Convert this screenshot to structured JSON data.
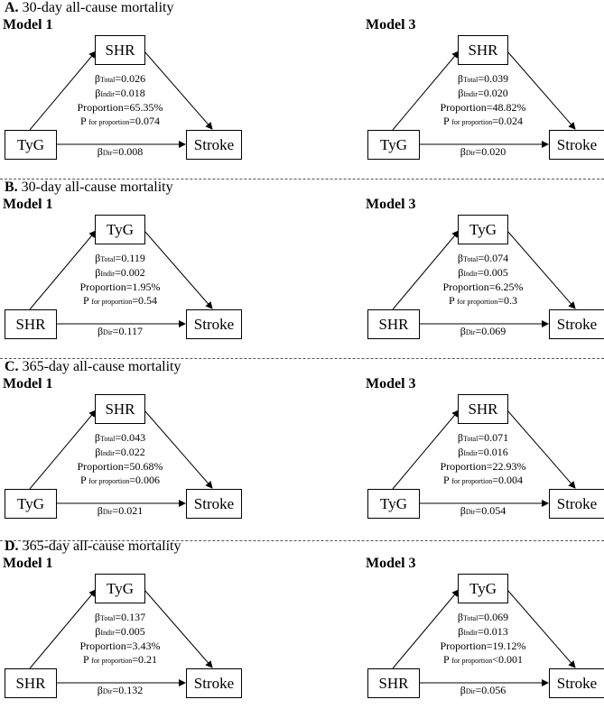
{
  "sections": [
    {
      "letter": "A.",
      "title": "30-day all-cause mortality",
      "models": [
        {
          "name": "Model 1",
          "mediator": "SHR",
          "exposure": "TyG",
          "outcome": "Stroke",
          "beta_total": "=0.026",
          "beta_indir": "=0.018",
          "proportion": "Proportion=65.35%",
          "p_for_proportion": "=0.074",
          "beta_dir": "=0.008"
        },
        {
          "name": "Model 3",
          "mediator": "SHR",
          "exposure": "TyG",
          "outcome": "Stroke",
          "beta_total": "=0.039",
          "beta_indir": "=0.020",
          "proportion": "Proportion=48.82%",
          "p_for_proportion": "=0.024",
          "beta_dir": "=0.020"
        }
      ]
    },
    {
      "letter": "B.",
      "title": "30-day all-cause mortality",
      "models": [
        {
          "name": "Model 1",
          "mediator": "TyG",
          "exposure": "SHR",
          "outcome": "Stroke",
          "beta_total": "=0.119",
          "beta_indir": "=0.002",
          "proportion": "Proportion=1.95%",
          "p_for_proportion": "=0.54",
          "beta_dir": "=0.117"
        },
        {
          "name": "Model 3",
          "mediator": "TyG",
          "exposure": "SHR",
          "outcome": "Stroke",
          "beta_total": "=0.074",
          "beta_indir": "=0.005",
          "proportion": "Proportion=6.25%",
          "p_for_proportion": "=0.3",
          "beta_dir": "=0.069"
        }
      ]
    },
    {
      "letter": "C.",
      "title": "365-day all-cause mortality",
      "models": [
        {
          "name": "Model 1",
          "mediator": "SHR",
          "exposure": "TyG",
          "outcome": "Stroke",
          "beta_total": "=0.043",
          "beta_indir": "=0.022",
          "proportion": "Proportion=50.68%",
          "p_for_proportion": "=0.006",
          "beta_dir": "=0.021"
        },
        {
          "name": "Model 3",
          "mediator": "SHR",
          "exposure": "TyG",
          "outcome": "Stroke",
          "beta_total": "=0.071",
          "beta_indir": "=0.016",
          "proportion": "Proportion=22.93%",
          "p_for_proportion": "=0.004",
          "beta_dir": "=0.054"
        }
      ]
    },
    {
      "letter": "D.",
      "title": "365-day all-cause mortality",
      "models": [
        {
          "name": "Model 1",
          "mediator": "TyG",
          "exposure": "SHR",
          "outcome": "Stroke",
          "beta_total": "=0.137",
          "beta_indir": "=0.005",
          "proportion": "Proportion=3.43%",
          "p_for_proportion": "=0.21",
          "beta_dir": "=0.132"
        },
        {
          "name": "Model 3",
          "mediator": "TyG",
          "exposure": "SHR",
          "outcome": "Stroke",
          "beta_total": "=0.069",
          "beta_indir": "=0.013",
          "proportion": "Proportion=19.12%",
          "p_for_proportion": "<0.001",
          "beta_dir": "=0.056"
        }
      ]
    }
  ],
  "labels": {
    "beta": "β",
    "total_sub": "Total",
    "indir_sub": "Indir",
    "dir_sub": "Dir",
    "p": "P",
    "p_sub": "for proportion"
  }
}
